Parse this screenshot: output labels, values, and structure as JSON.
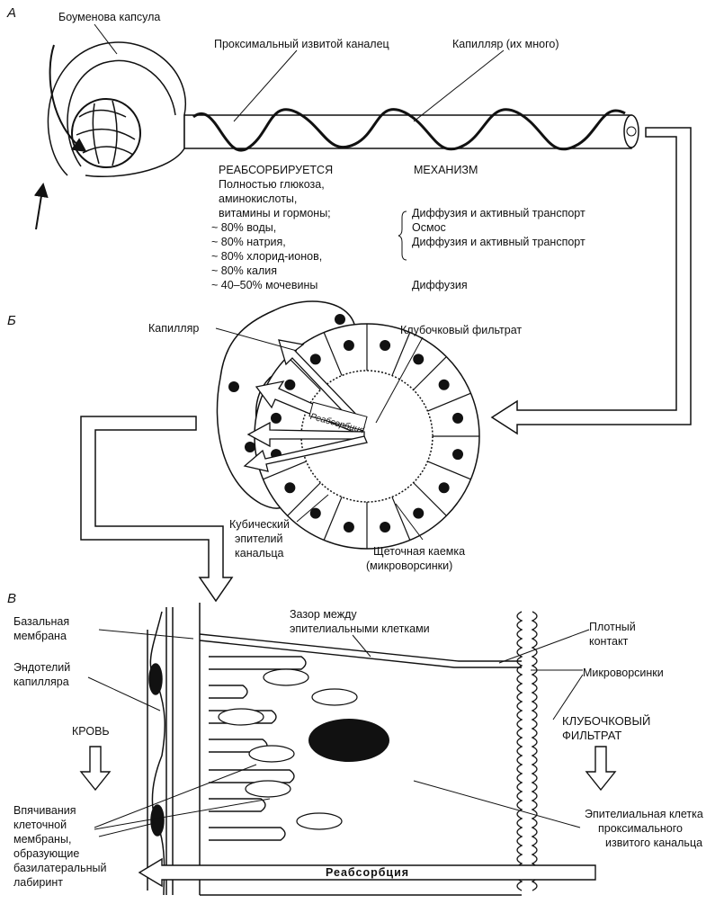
{
  "sections": {
    "a": "А",
    "b": "Б",
    "c": "В"
  },
  "panel_a": {
    "bowman": "Боуменова капсула",
    "tubule": "Проксимальный извитой каналец",
    "capillary": "Капилляр (их много)",
    "reabsorbed_header": "РЕАБСОРБИРУЕТСЯ",
    "mechanism_header": "МЕХАНИЗМ",
    "reabsorbed": [
      "Полностью глюкоза,",
      "аминокислоты,",
      "витамины и гормоны;",
      "~ 80% воды,",
      "~ 80% натрия,",
      "~ 80% хлорид-ионов,",
      "~ 80% калия",
      "~ 40–50% мочевины"
    ],
    "mechanisms": [
      "Диффузия и активный транспорт",
      "Осмос",
      "Диффузия и активный транспорт",
      "Диффузия"
    ]
  },
  "panel_b": {
    "capillary": "Капилляр",
    "filtrate": "Клубочковый фильтрат",
    "reabsorption": "Реабсорбция",
    "epithelium": [
      "Кубический",
      "эпителий",
      "канальца"
    ],
    "brush": [
      "Щеточная каемка",
      "(микроворсинки)"
    ]
  },
  "panel_c": {
    "basal": [
      "Базальная",
      "мембрана"
    ],
    "gap": [
      "Зазор между",
      "эпителиальными клетками"
    ],
    "tight": [
      "Плотный",
      "контакт"
    ],
    "endothelium": [
      "Эндотелий",
      "капилляра"
    ],
    "microvilli": "Микроворсинки",
    "blood": "КРОВЬ",
    "filtrate": [
      "КЛУБОЧКОВЫЙ",
      "ФИЛЬТРАТ"
    ],
    "invaginations": [
      "Впячивания",
      "клеточной",
      "мембраны,",
      "образующие",
      "базилатеральный",
      "лабиринт"
    ],
    "epicell": [
      "Эпителиальная клетка",
      "проксимального",
      "извитого канальца"
    ],
    "reabsorption": "Реабсорбция"
  }
}
